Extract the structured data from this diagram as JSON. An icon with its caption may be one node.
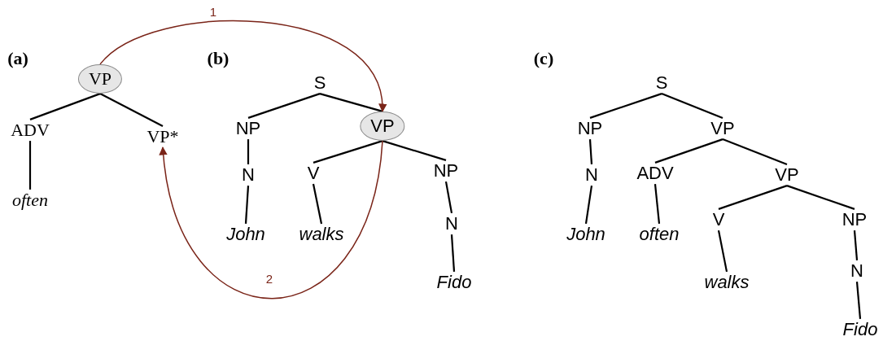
{
  "diagram": {
    "nodes": [
      {
        "text": [
          "VP"
        ]
      },
      {
        "text": [
          "ADV"
        ]
      },
      {
        "text": [
          "VP*"
        ]
      },
      {
        "text": [
          "often"
        ]
      },
      {
        "text": [
          "S"
        ]
      },
      {
        "text": [
          "NP"
        ]
      },
      {
        "text": [
          "VP"
        ]
      },
      {
        "text": [
          "N"
        ]
      },
      {
        "text": [
          "V"
        ]
      },
      {
        "text": [
          "NP"
        ]
      },
      {
        "text": [
          "John"
        ]
      },
      {
        "text": [
          "walks"
        ]
      },
      {
        "text": [
          "N"
        ]
      },
      {
        "text": [
          "Fido"
        ]
      },
      {
        "text": [
          "S"
        ]
      },
      {
        "text": [
          "NP"
        ]
      },
      {
        "text": [
          "VP"
        ]
      },
      {
        "text": [
          "N"
        ]
      },
      {
        "text": [
          "ADV"
        ]
      },
      {
        "text": [
          "VP"
        ]
      },
      {
        "text": [
          "John"
        ]
      },
      {
        "text": [
          "often"
        ]
      },
      {
        "text": [
          "V"
        ]
      },
      {
        "text": [
          "NP"
        ]
      },
      {
        "text": [
          "walks"
        ]
      },
      {
        "text": [
          "N"
        ]
      },
      {
        "text": [
          "Fido"
        ]
      }
    ],
    "edges": [
      {
        "from": 0,
        "to": 1,
        "arrow": "none"
      },
      {
        "from": 0,
        "to": 2,
        "arrow": "none"
      },
      {
        "from": 1,
        "to": 3,
        "arrow": "none"
      },
      {
        "from": 4,
        "to": 5,
        "arrow": "none"
      },
      {
        "from": 4,
        "to": 6,
        "arrow": "none"
      },
      {
        "from": 5,
        "to": 7,
        "arrow": "none"
      },
      {
        "from": 6,
        "to": 8,
        "arrow": "none"
      },
      {
        "from": 6,
        "to": 9,
        "arrow": "none"
      },
      {
        "from": 7,
        "to": 10,
        "arrow": "none"
      },
      {
        "from": 8,
        "to": 11,
        "arrow": "none"
      },
      {
        "from": 9,
        "to": 12,
        "arrow": "none"
      },
      {
        "from": 12,
        "to": 13,
        "arrow": "none"
      },
      {
        "from": 14,
        "to": 15,
        "arrow": "none"
      },
      {
        "from": 14,
        "to": 16,
        "arrow": "none"
      },
      {
        "from": 15,
        "to": 17,
        "arrow": "none"
      },
      {
        "from": 16,
        "to": 18,
        "arrow": "none"
      },
      {
        "from": 16,
        "to": 19,
        "arrow": "none"
      },
      {
        "from": 17,
        "to": 20,
        "arrow": "none"
      },
      {
        "from": 18,
        "to": 21,
        "arrow": "none"
      },
      {
        "from": 19,
        "to": 22,
        "arrow": "none"
      },
      {
        "from": 19,
        "to": 23,
        "arrow": "none"
      },
      {
        "from": 22,
        "to": 24,
        "arrow": "none"
      },
      {
        "from": 23,
        "to": 25,
        "arrow": "none"
      },
      {
        "from": 25,
        "to": 26,
        "arrow": "none"
      },
      {
        "from": 0,
        "to": 6,
        "arrow": "to",
        "label": "1",
        "color": "#7a2418"
      },
      {
        "from": 6,
        "to": 2,
        "arrow": "to",
        "label": "2",
        "color": "#7a2418"
      }
    ],
    "labels": [
      "(a)",
      "(b)",
      "(c)"
    ]
  }
}
